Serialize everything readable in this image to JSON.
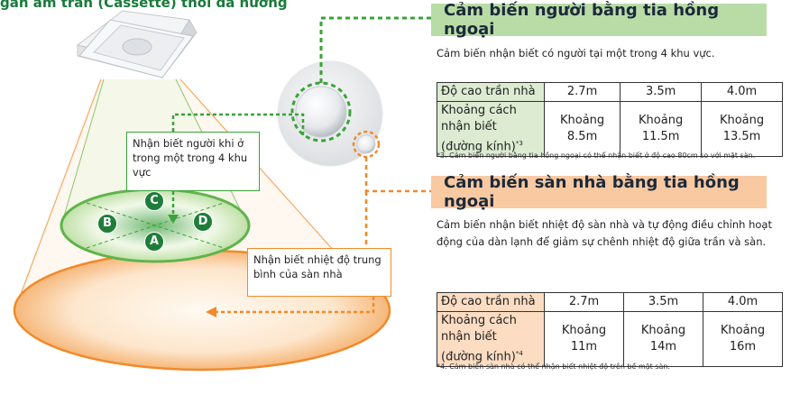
{
  "page": {
    "top_title": "gắn âm trần (Cassette) thổi đa hướng"
  },
  "colors": {
    "green": "#3aa33a",
    "orange": "#f08a2b",
    "green_banner": "#b9dca7",
    "orange_banner": "#f9c9a2"
  },
  "ir_sensor": {
    "title": "Cảm biến người bằng tia hồng ngoại",
    "description": "Cảm biến nhận biết có người tại một trong 4 khu vực.",
    "table": {
      "row1": [
        "Độ cao trần nhà",
        "2.7m",
        "3.5m",
        "4.0m"
      ],
      "row2_label": "Khoảng cách nhận biết (đường kính)",
      "row2_sup": "*3",
      "row2_values": [
        "Khoảng 8.5m",
        "Khoảng 11.5m",
        "Khoảng 13.5m"
      ]
    },
    "note": "*3. Cảm biến người bằng tia hồng ngoại có thể nhận biết ở độ cao 80cm so với mặt sàn."
  },
  "floor_sensor": {
    "title": "Cảm biến sàn nhà bằng tia hồng ngoại",
    "description_line1": "Cảm biến nhận biết nhiệt độ sàn nhà và tự động điều chỉnh hoạt",
    "description_line2": "động của dàn lạnh để giảm sự chênh nhiệt độ giữa trần và sàn.",
    "table": {
      "row1": [
        "Độ cao trần nhà",
        "2.7m",
        "3.5m",
        "4.0m"
      ],
      "row2_label": "Khoảng cách nhận biết (đường kính)",
      "row2_sup": "*4",
      "row2_values": [
        "Khoảng 11m",
        "Khoảng 14m",
        "Khoảng 16m"
      ]
    },
    "note": "*4. Cảm biến sàn nhà có thể nhận biết nhiệt độ trên bề mặt sàn."
  },
  "diagram": {
    "callout_person": "Nhận biết người khi ở trong một trong 4 khu vực",
    "callout_floor": "Nhận biết nhiệt độ trung bình của sàn nhà",
    "zones": [
      "A",
      "B",
      "C",
      "D"
    ]
  }
}
